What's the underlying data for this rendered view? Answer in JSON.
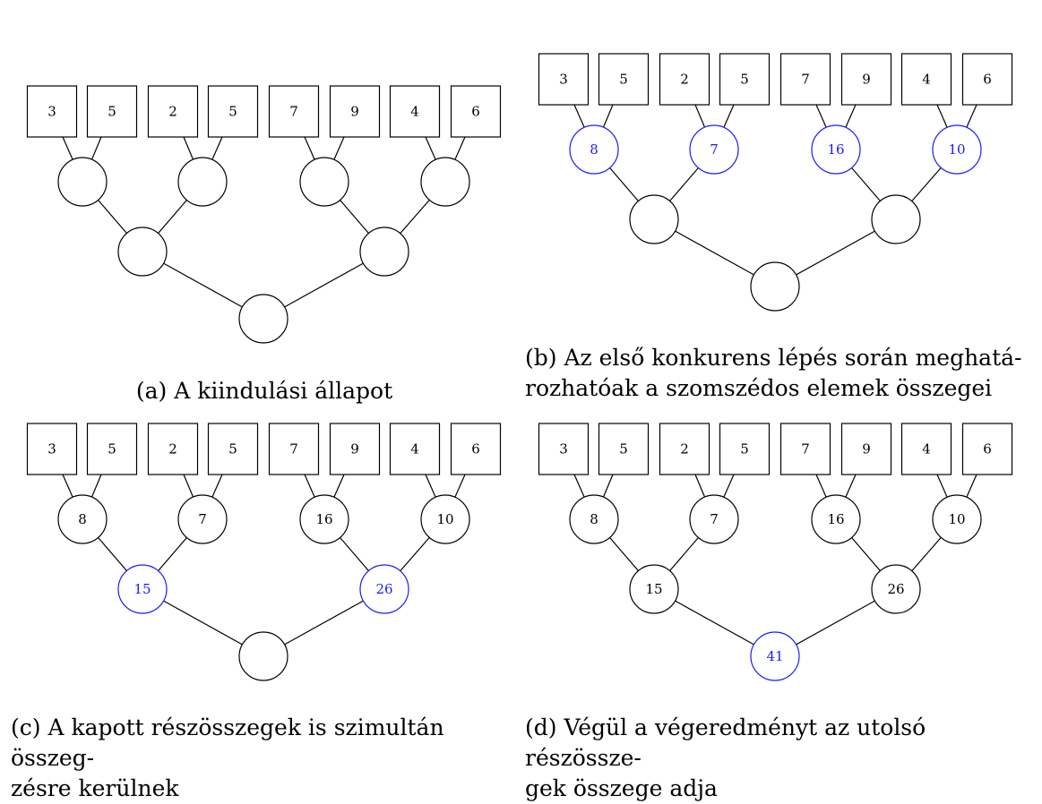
{
  "colors": {
    "ink": "#000000",
    "highlight": "#1a1aff"
  },
  "leaves": [
    "3",
    "5",
    "2",
    "5",
    "7",
    "9",
    "4",
    "6"
  ],
  "panels": [
    {
      "id": "a",
      "level1": [
        "",
        "",
        "",
        ""
      ],
      "level2": [
        "",
        ""
      ],
      "root": "",
      "highlight": "none",
      "caption": [
        "(a) A kiindulási állapot"
      ]
    },
    {
      "id": "b",
      "level1": [
        "8",
        "7",
        "16",
        "10"
      ],
      "level2": [
        "",
        ""
      ],
      "root": "",
      "highlight": "level1",
      "caption": [
        "(b) Az első konkurens lépés során meghatá-",
        "rozhatóak a szomszédos elemek összegei"
      ]
    },
    {
      "id": "c",
      "level1": [
        "8",
        "7",
        "16",
        "10"
      ],
      "level2": [
        "15",
        "26"
      ],
      "root": "",
      "highlight": "level2",
      "caption": [
        "(c) A kapott részösszegek is szimultán összeg-",
        "zésre kerülnek"
      ]
    },
    {
      "id": "d",
      "level1": [
        "8",
        "7",
        "16",
        "10"
      ],
      "level2": [
        "15",
        "26"
      ],
      "root": "41",
      "highlight": "root",
      "caption": [
        "(d) Végül a végeredményt az utolsó részössze-",
        "gek összege adja"
      ]
    }
  ]
}
